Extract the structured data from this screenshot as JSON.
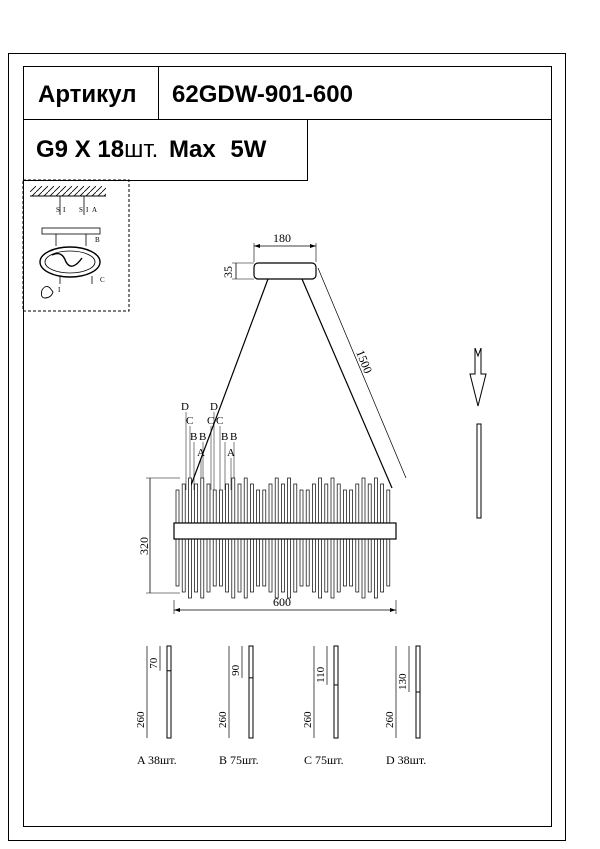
{
  "header": {
    "article_label": "Артикул",
    "article_value": "62GDW-901-600",
    "lamp_base": "G9",
    "lamp_mult": "X",
    "lamp_count": "18",
    "lamp_unit": "шт.",
    "power_label": "Max",
    "power_value": "5W"
  },
  "install_inset": {
    "label_s1": "S",
    "label_i1": "I",
    "label_s2": "S",
    "label_i2": "I",
    "label_a": "A",
    "label_b": "B",
    "label_c": "C",
    "label_i3": "I"
  },
  "drawing": {
    "dim_canopy_width": "180",
    "dim_canopy_height": "35",
    "dim_suspension": "1500",
    "dim_height": "320",
    "dim_width": "600",
    "tube_labels": [
      "D",
      "D",
      "C",
      "C",
      "C",
      "B",
      "B",
      "B",
      "B",
      "A",
      "A"
    ]
  },
  "tubes": [
    {
      "letter": "A",
      "short": "70",
      "long": "260",
      "count": "38",
      "unit": "шт."
    },
    {
      "letter": "B",
      "short": "90",
      "long": "260",
      "count": "75",
      "unit": "шт."
    },
    {
      "letter": "C",
      "short": "110",
      "long": "260",
      "count": "75",
      "unit": "шт."
    },
    {
      "letter": "D",
      "short": "130",
      "long": "260",
      "count": "38",
      "unit": "шт."
    }
  ]
}
